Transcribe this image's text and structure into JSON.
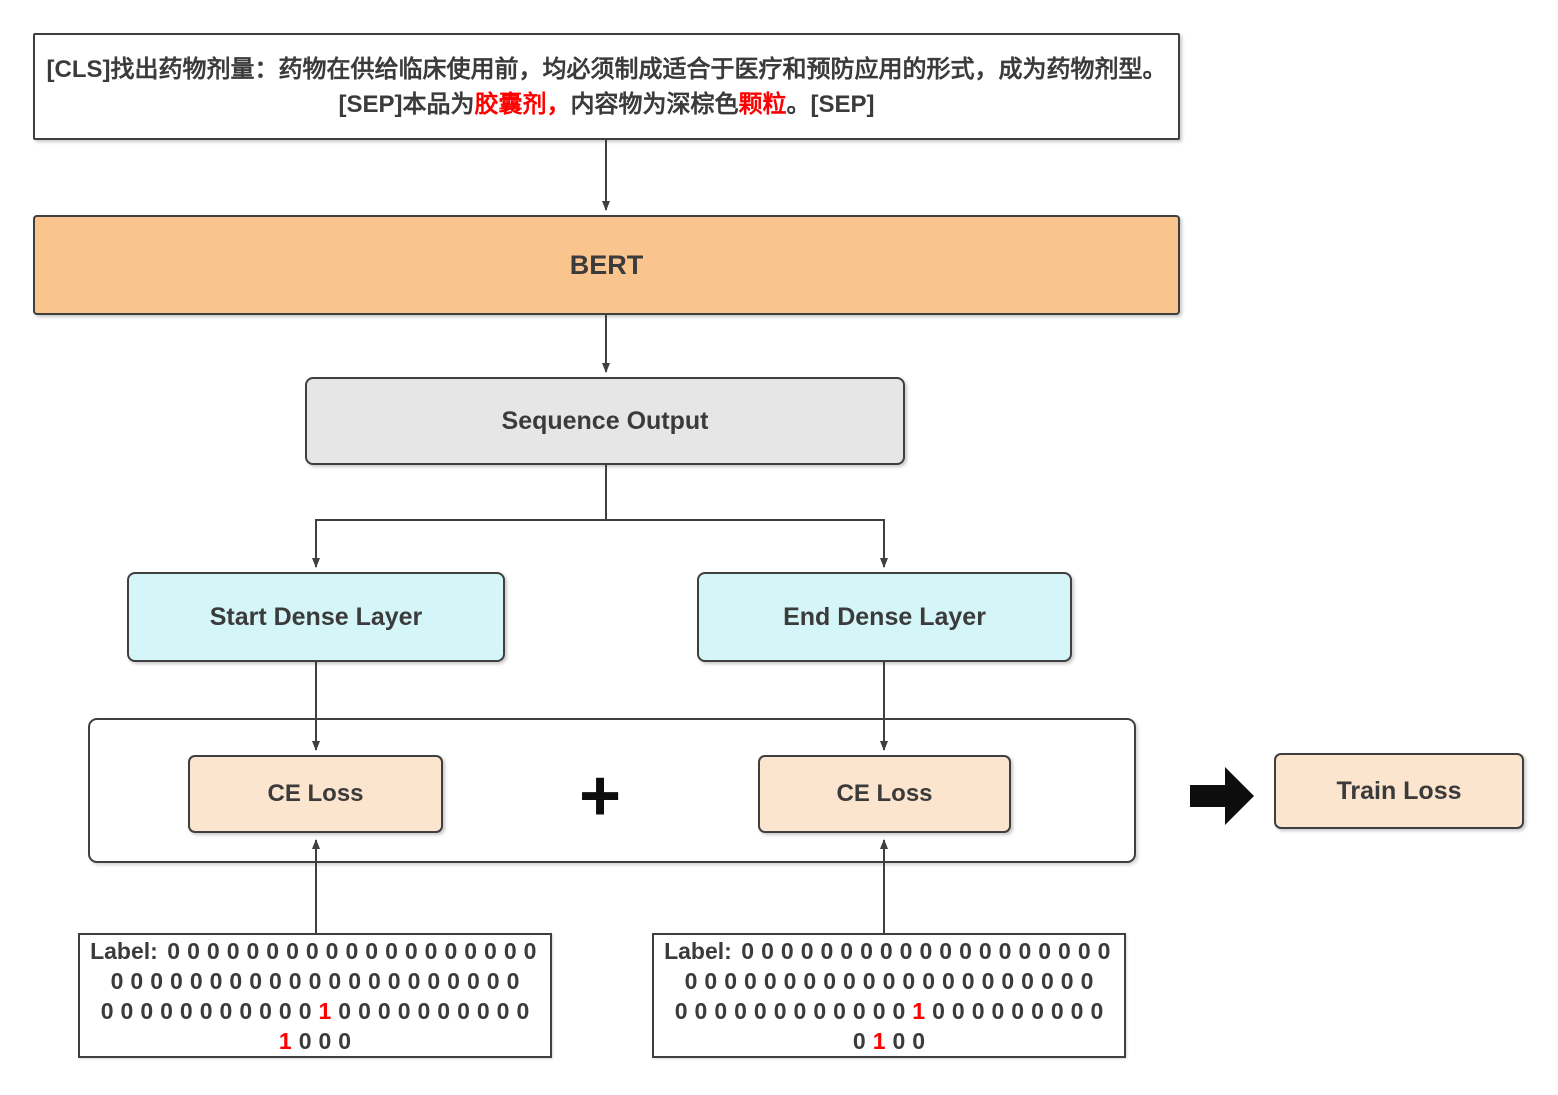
{
  "colors": {
    "border": "#3f3f3f",
    "text": "#3b3b3b",
    "red": "#ff0000",
    "orange": "#f9c48d",
    "gray": "#e6e6e6",
    "cyan": "#d4f6f8",
    "peach": "#fbe5ce",
    "arrow": "#0d0d0d"
  },
  "input_box": {
    "line1": "[CLS]找出药物剂量：药物在供给临床使用前，均必须制成适合于医疗和预防应用的形式，成为药物剂型。",
    "line2_segments": [
      {
        "text": "[SEP]本品为",
        "red": false
      },
      {
        "text": "胶囊剂，",
        "red": true
      },
      {
        "text": "内容物为深棕色",
        "red": false
      },
      {
        "text": "颗粒",
        "red": true
      },
      {
        "text": "。[SEP]",
        "red": false
      }
    ]
  },
  "boxes": {
    "bert": "BERT",
    "sequence_output": "Sequence Output",
    "start_dense": "Start Dense Layer",
    "end_dense": "End Dense Layer",
    "ce_loss_left": "CE Loss",
    "ce_loss_right": "CE Loss",
    "plus": "+",
    "train_loss": "Train Loss"
  },
  "label_left": {
    "prefix": "Label:",
    "lines": [
      [
        "0",
        "0",
        "0",
        "0",
        "0",
        "0",
        "0",
        "0",
        "0",
        "0",
        "0",
        "0",
        "0",
        "0",
        "0",
        "0",
        "0",
        "0",
        "0"
      ],
      [
        "0",
        "0",
        "0",
        "0",
        "0",
        "0",
        "0",
        "0",
        "0",
        "0",
        "0",
        "0",
        "0",
        "0",
        "0",
        "0",
        "0",
        "0",
        "0",
        "0",
        "0"
      ],
      [
        "0",
        "0",
        "0",
        "0",
        "0",
        "0",
        "0",
        "0",
        "0",
        "0",
        "0",
        "1",
        "0",
        "0",
        "0",
        "0",
        "0",
        "0",
        "0",
        "0",
        "0",
        "0"
      ],
      [
        "1",
        "0",
        "0",
        "0"
      ]
    ]
  },
  "label_right": {
    "prefix": "Label:",
    "lines": [
      [
        "0",
        "0",
        "0",
        "0",
        "0",
        "0",
        "0",
        "0",
        "0",
        "0",
        "0",
        "0",
        "0",
        "0",
        "0",
        "0",
        "0",
        "0",
        "0"
      ],
      [
        "0",
        "0",
        "0",
        "0",
        "0",
        "0",
        "0",
        "0",
        "0",
        "0",
        "0",
        "0",
        "0",
        "0",
        "0",
        "0",
        "0",
        "0",
        "0",
        "0",
        "0"
      ],
      [
        "0",
        "0",
        "0",
        "0",
        "0",
        "0",
        "0",
        "0",
        "0",
        "0",
        "0",
        "0",
        "1",
        "0",
        "0",
        "0",
        "0",
        "0",
        "0",
        "0",
        "0",
        "0"
      ],
      [
        "0",
        "1",
        "0",
        "0"
      ]
    ]
  }
}
